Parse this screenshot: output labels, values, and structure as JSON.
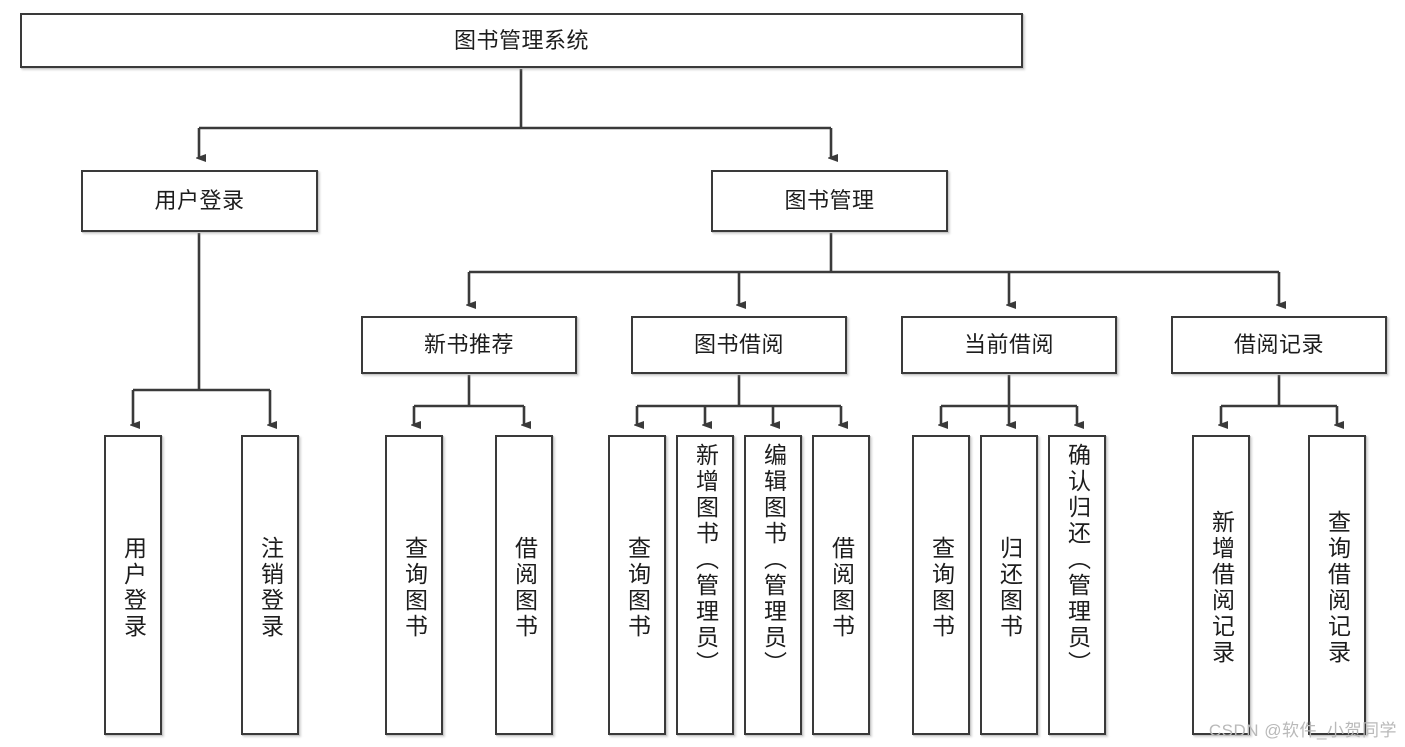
{
  "diagram": {
    "title": "图书管理系统",
    "type": "tree-hierarchy",
    "root": {
      "label": "图书管理系统"
    },
    "level1": [
      {
        "label": "用户登录"
      },
      {
        "label": "图书管理"
      }
    ],
    "level2": [
      {
        "label": "新书推荐"
      },
      {
        "label": "图书借阅"
      },
      {
        "label": "当前借阅"
      },
      {
        "label": "借阅记录"
      }
    ],
    "leaves": {
      "user_login": [
        {
          "label": "用户登录"
        },
        {
          "label": "注销登录"
        }
      ],
      "new_book_recommend": [
        {
          "label": "查询图书"
        },
        {
          "label": "借阅图书"
        }
      ],
      "book_borrow": [
        {
          "label": "查询图书"
        },
        {
          "label": "新增图书（管理员）"
        },
        {
          "label": "编辑图书（管理员）"
        },
        {
          "label": "借阅图书"
        }
      ],
      "current_borrow": [
        {
          "label": "查询图书"
        },
        {
          "label": "归还图书"
        },
        {
          "label": "确认归还（管理员）"
        }
      ],
      "borrow_record": [
        {
          "label": "新增借阅记录"
        },
        {
          "label": "查询借阅记录"
        }
      ]
    }
  },
  "watermark": {
    "text": "CSDN @软件_小贺同学"
  },
  "colors": {
    "border": "#3a3a3a",
    "background": "#ffffff",
    "text": "#1d1d1d",
    "watermark": "#b9b9b9"
  }
}
